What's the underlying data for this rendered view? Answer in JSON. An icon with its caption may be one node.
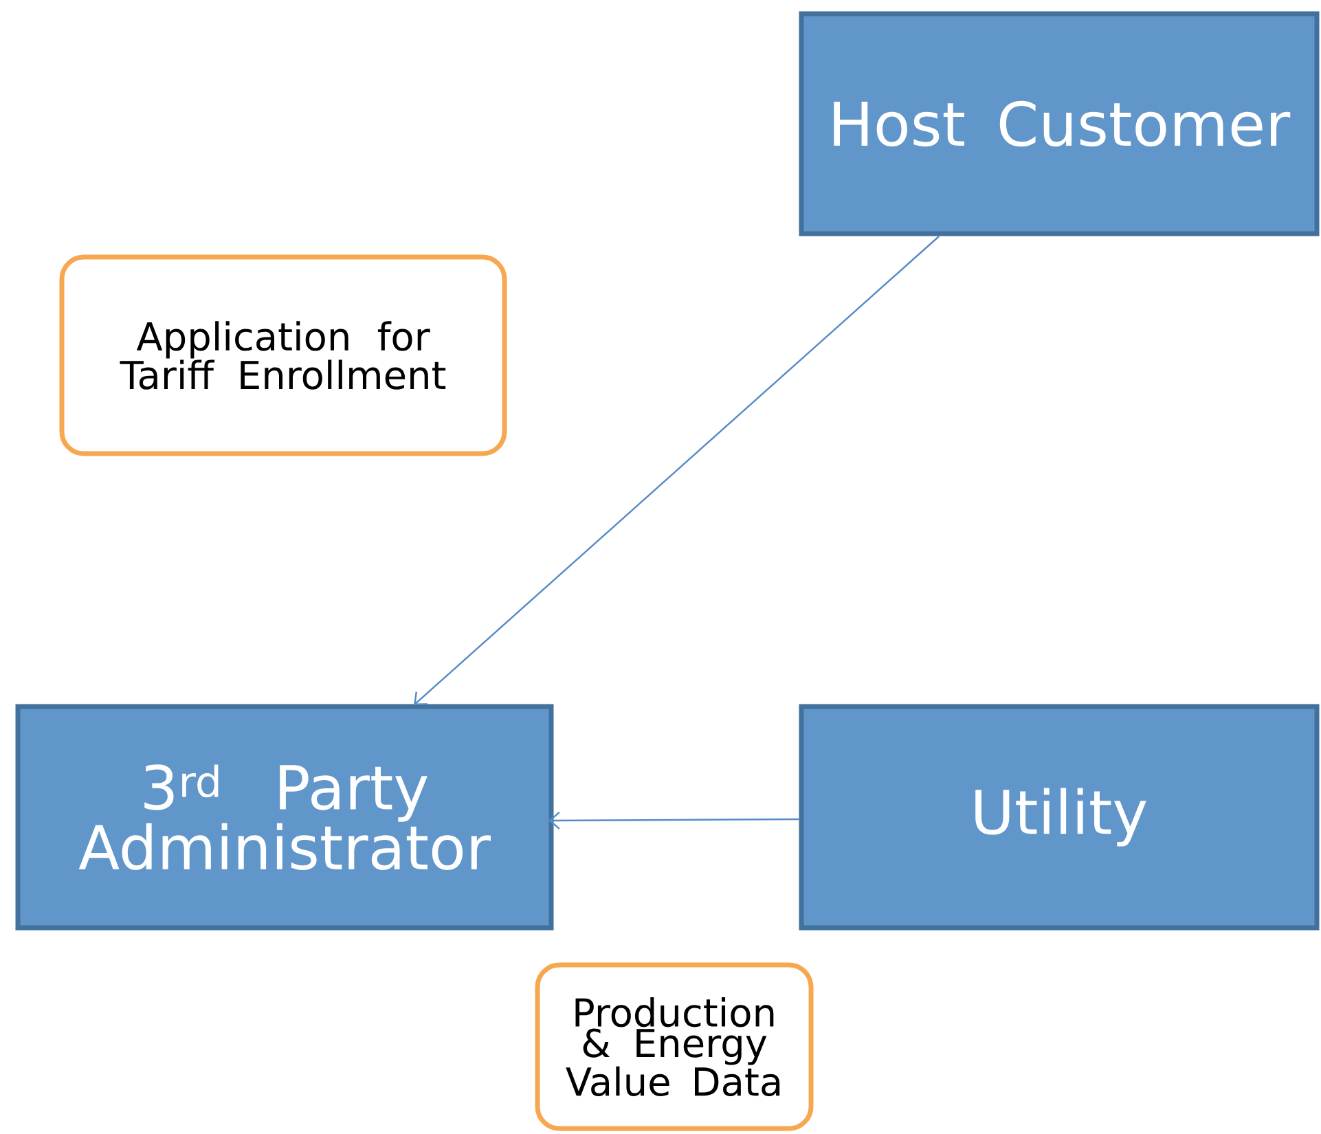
{
  "diagram": {
    "nodes": [
      {
        "text": [
          "Host Customer"
        ]
      },
      {
        "text": [
          "Application for Tariff Enrollment"
        ]
      },
      {
        "text": [
          "3$^{rd}$ Party Administrator"
        ]
      },
      {
        "text": [
          "Utility"
        ]
      },
      {
        "text": [
          "Production & Energy Value Data"
        ]
      }
    ],
    "edges": [
      {
        "from": 0,
        "to": 2,
        "arrow": "to"
      },
      {
        "from": 3,
        "to": 2,
        "arrow": "to"
      }
    ]
  }
}
